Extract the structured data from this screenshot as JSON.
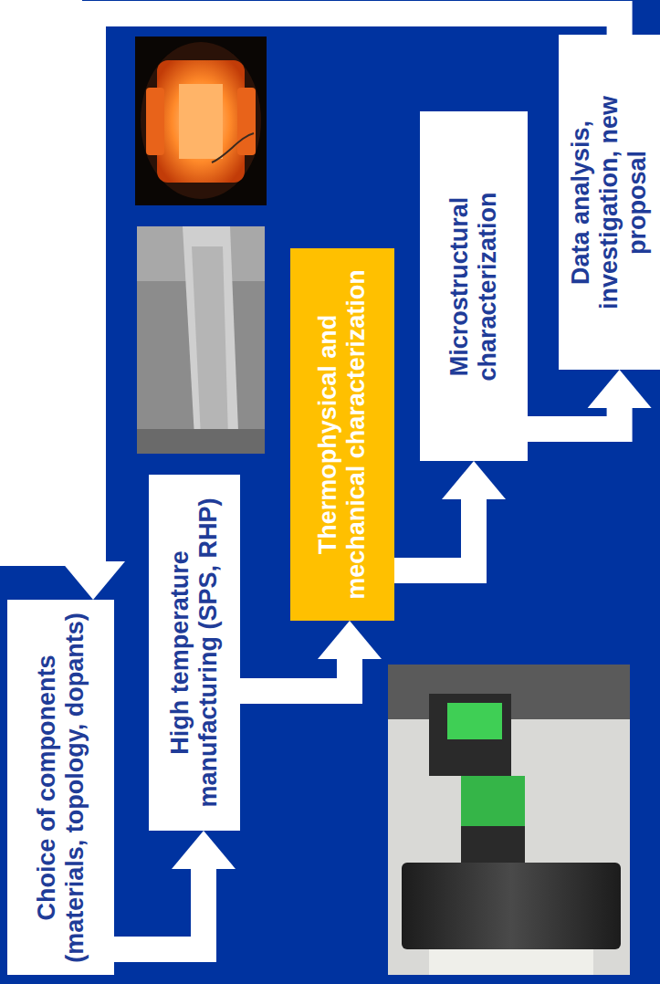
{
  "diagram": {
    "nodes": [
      {
        "text": [
          "Choice of components (materials, topology, dopants)"
        ]
      },
      {
        "text": [
          "High temperature manufacturing (SPS, RHP)"
        ]
      },
      {
        "text": [
          "Thermophysical and mechanical characterization"
        ]
      },
      {
        "text": [
          "Microstructural characterization"
        ]
      },
      {
        "text": [
          "Data analysis, investigation, new proposal"
        ]
      }
    ],
    "edges": [
      {
        "from": 0,
        "to": 1,
        "arrow": "to"
      },
      {
        "from": 1,
        "to": 2,
        "arrow": "to"
      },
      {
        "from": 2,
        "to": 3,
        "arrow": "to"
      },
      {
        "from": 3,
        "to": 4,
        "arrow": "to"
      },
      {
        "from": 4,
        "to": 0,
        "arrow": "to"
      }
    ]
  }
}
